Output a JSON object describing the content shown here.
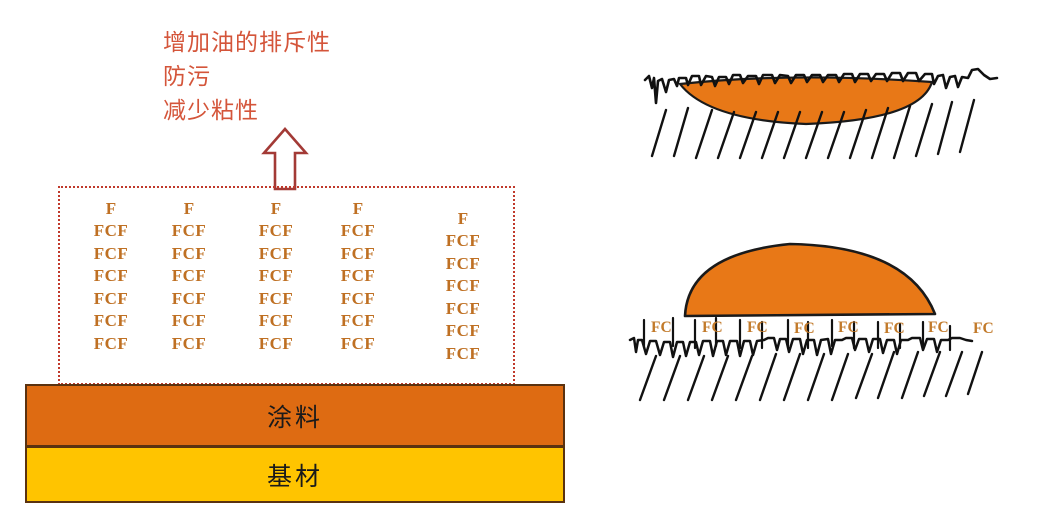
{
  "diagram": {
    "title_text_lines": [
      "增加油的排斥性",
      "防污",
      "减少粘性"
    ],
    "accent_text_color": "#d4553a",
    "chain_letter_color": "#bf7023",
    "droplet_color": "#e87817",
    "coating_color": "#de6b12",
    "substrate_color": "#ffc400",
    "dotted_border_color": "#c0392b",
    "arrow_color": "#a33a36"
  },
  "callout": {
    "line1": "增加油的排斥性",
    "line2": "防污",
    "line3": "减少粘性"
  },
  "arrow": {
    "name": "up-arrow",
    "direction": "up"
  },
  "fluoro_region": {
    "head_label": "F",
    "unit_label": "FCF",
    "columns": [
      {
        "head": "F",
        "units": [
          "FCF",
          "FCF",
          "FCF",
          "FCF",
          "FCF",
          "FCF"
        ]
      },
      {
        "head": "F",
        "units": [
          "FCF",
          "FCF",
          "FCF",
          "FCF",
          "FCF",
          "FCF"
        ]
      },
      {
        "head": "F",
        "units": [
          "FCF",
          "FCF",
          "FCF",
          "FCF",
          "FCF",
          "FCF"
        ]
      },
      {
        "head": "F",
        "units": [
          "FCF",
          "FCF",
          "FCF",
          "FCF",
          "FCF",
          "FCF"
        ]
      },
      {
        "head": "F",
        "units": [
          "FCF",
          "FCF",
          "FCF",
          "FCF",
          "FCF",
          "FCF"
        ]
      }
    ]
  },
  "layers": {
    "coating_label": "涂料",
    "substrate_label": "基材"
  },
  "panels": {
    "wetting": {
      "name": "untreated-surface-wetting-droplet",
      "droplet_shape": "flat-lens",
      "surface_type": "rough-jagged",
      "hatch_count": 15
    },
    "beading": {
      "name": "fluorinated-surface-beading-droplet",
      "droplet_shape": "dome",
      "surface_type": "rough-jagged-with-fc-brush",
      "hatch_count": 15,
      "fc_labels": [
        "FC",
        "FC",
        "FC",
        "FC",
        "FC",
        "FC",
        "FC",
        "FC"
      ]
    }
  }
}
